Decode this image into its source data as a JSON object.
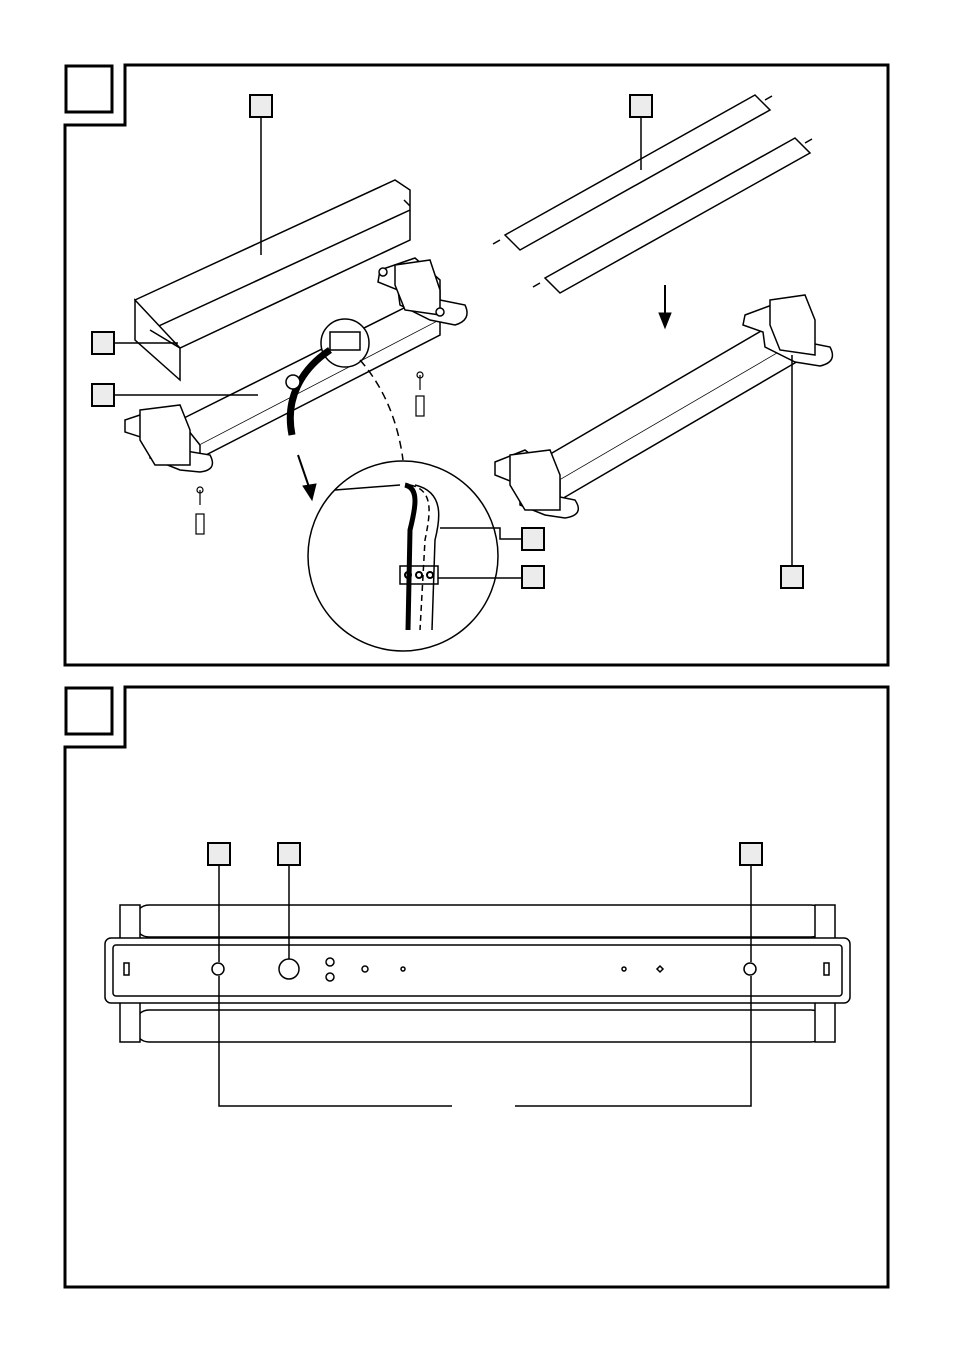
{
  "colors": {
    "line": "#000000",
    "label_box_fill": "#ebeceb",
    "background": "#ffffff"
  },
  "figures": [
    {
      "id": "figure-1",
      "callout_count": 7
    },
    {
      "id": "figure-2",
      "callout_count": 3
    }
  ]
}
